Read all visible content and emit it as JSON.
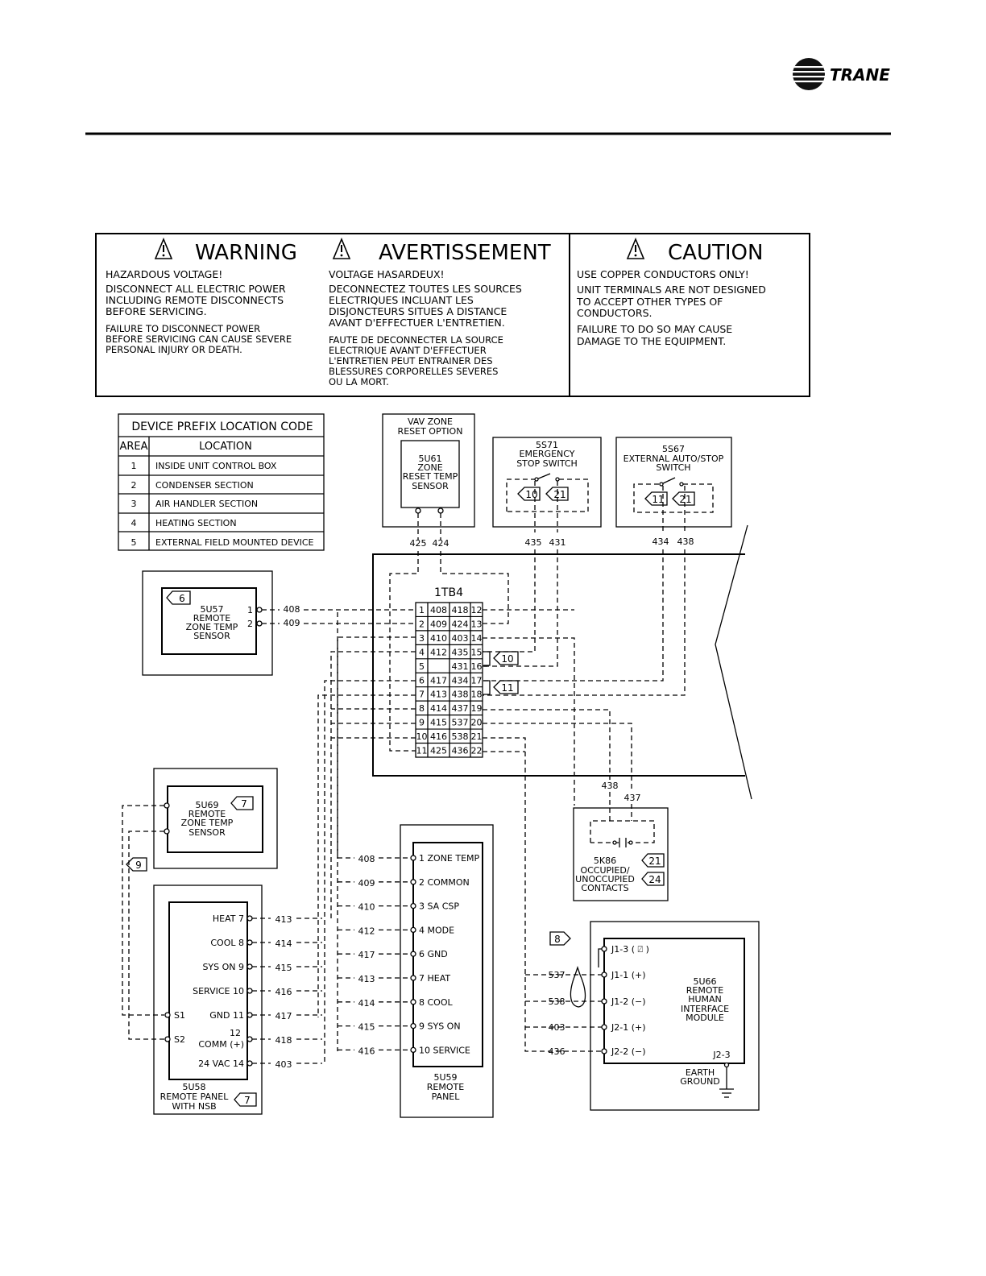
{
  "brand": {
    "name": "TRANE"
  },
  "notice_box": {
    "warning": {
      "title": "WARNING",
      "lines_a": [
        "HAZARDOUS VOLTAGE!"
      ],
      "lines_b": [
        "DISCONNECT ALL ELECTRIC POWER",
        "INCLUDING REMOTE DISCONNECTS",
        "BEFORE SERVICING."
      ],
      "lines_c": [
        "FAILURE TO DISCONNECT POWER",
        "BEFORE SERVICING CAN CAUSE SEVERE",
        "PERSONAL INJURY OR DEATH."
      ]
    },
    "avertissement": {
      "title": "AVERTISSEMENT",
      "lines_a": [
        "VOLTAGE HASARDEUX!"
      ],
      "lines_b": [
        "DECONNECTEZ TOUTES LES SOURCES",
        "ELECTRIQUES INCLUANT LES",
        "DISJONCTEURS SITUES A DISTANCE",
        "AVANT D'EFFECTUER L'ENTRETIEN."
      ],
      "lines_c": [
        "FAUTE DE DECONNECTER LA SOURCE",
        "ELECTRIQUE AVANT D'EFFECTUER",
        "L'ENTRETIEN PEUT ENTRAINER DES",
        "BLESSURES CORPORELLES SEVERES",
        "OU LA MORT."
      ]
    },
    "caution": {
      "title": "CAUTION",
      "lines_a": [
        "USE COPPER CONDUCTORS ONLY!"
      ],
      "lines_b": [
        "UNIT TERMINALS ARE NOT DESIGNED",
        "TO ACCEPT OTHER TYPES OF",
        "CONDUCTORS."
      ],
      "lines_c": [
        "FAILURE TO DO SO MAY CAUSE",
        "DAMAGE TO THE EQUIPMENT."
      ]
    }
  },
  "prefix_table": {
    "title": "DEVICE PREFIX LOCATION CODE",
    "col_area": "AREA",
    "col_location": "LOCATION",
    "rows": [
      {
        "area": "1",
        "location": "INSIDE UNIT CONTROL BOX"
      },
      {
        "area": "2",
        "location": "CONDENSER SECTION"
      },
      {
        "area": "3",
        "location": "AIR HANDLER SECTION"
      },
      {
        "area": "4",
        "location": "HEATING SECTION"
      },
      {
        "area": "5",
        "location": "EXTERNAL FIELD MOUNTED DEVICE"
      }
    ]
  },
  "vav_zone": {
    "option": [
      "VAV ZONE",
      "RESET OPTION"
    ],
    "device": [
      "5U61",
      "ZONE",
      "RESET TEMP",
      "SENSOR"
    ],
    "wires": [
      "425",
      "424"
    ]
  },
  "estop": {
    "label": [
      "5S71",
      "EMERGENCY",
      "STOP SWITCH"
    ],
    "tags": [
      "10",
      "21"
    ],
    "wires": [
      "435",
      "431"
    ]
  },
  "autostop": {
    "label": [
      "5S67",
      "EXTERNAL AUTO/STOP",
      "SWITCH"
    ],
    "tags": [
      "11",
      "21"
    ],
    "wires": [
      "434",
      "438"
    ]
  },
  "sensor_5u57": {
    "tag": "6",
    "label": [
      "5U57",
      "REMOTE",
      "ZONE TEMP",
      "SENSOR"
    ],
    "terminals": [
      "1",
      "2"
    ],
    "wires": [
      "408",
      "409"
    ]
  },
  "terminal_block": {
    "title": "1TB4",
    "rows": [
      {
        "l": "1",
        "a": "408",
        "b": "418",
        "r": "12"
      },
      {
        "l": "2",
        "a": "409",
        "b": "424",
        "r": "13"
      },
      {
        "l": "3",
        "a": "410",
        "b": "403",
        "r": "14"
      },
      {
        "l": "4",
        "a": "412",
        "b": "435",
        "r": "15"
      },
      {
        "l": "5",
        "a": "",
        "b": "431",
        "r": "16"
      },
      {
        "l": "6",
        "a": "417",
        "b": "434",
        "r": "17"
      },
      {
        "l": "7",
        "a": "413",
        "b": "438",
        "r": "18"
      },
      {
        "l": "8",
        "a": "414",
        "b": "437",
        "r": "19"
      },
      {
        "l": "9",
        "a": "415",
        "b": "537",
        "r": "20"
      },
      {
        "l": "10",
        "a": "416",
        "b": "538",
        "r": "21"
      },
      {
        "l": "11",
        "a": "425",
        "b": "436",
        "r": "22"
      }
    ],
    "tags": [
      "10",
      "11"
    ]
  },
  "sensor_5u69": {
    "tag": "7",
    "label": [
      "5U69",
      "REMOTE",
      "ZONE TEMP",
      "SENSOR"
    ],
    "side_tag": "9"
  },
  "panel_5u58": {
    "terminals": [
      {
        "label": "HEAT 7",
        "wire": "413"
      },
      {
        "label": "COOL 8",
        "wire": "414"
      },
      {
        "label": "SYS ON 9",
        "wire": "415"
      },
      {
        "label": "SERVICE 10",
        "wire": "416"
      },
      {
        "label": "GND 11",
        "wire": "417"
      },
      {
        "label": "COMM (+)",
        "wire": "418"
      },
      {
        "label": "24 VAC 14",
        "wire": "403"
      }
    ],
    "comm_number": "12",
    "s_terms": [
      "S1",
      "S2"
    ],
    "label": [
      "5U58",
      "REMOTE PANEL",
      "WITH NSB"
    ],
    "tag": "7"
  },
  "panel_5u59": {
    "terminals": [
      {
        "wire": "408",
        "label": "1 ZONE TEMP"
      },
      {
        "wire": "409",
        "label": "2 COMMON"
      },
      {
        "wire": "410",
        "label": "3 SA CSP"
      },
      {
        "wire": "412",
        "label": "4 MODE"
      },
      {
        "wire": "417",
        "label": "6 GND"
      },
      {
        "wire": "413",
        "label": "7 HEAT"
      },
      {
        "wire": "414",
        "label": "8 COOL"
      },
      {
        "wire": "415",
        "label": "9 SYS ON"
      },
      {
        "wire": "416",
        "label": "10 SERVICE"
      }
    ],
    "label": [
      "5U59",
      "REMOTE",
      "PANEL"
    ]
  },
  "contacts_5k86": {
    "wires": [
      "438",
      "437"
    ],
    "label": [
      "5K86",
      "OCCUPIED/",
      "UNOCCUPIED",
      "CONTACTS"
    ],
    "tags": [
      "21",
      "24"
    ]
  },
  "module_5u66": {
    "tag": "8",
    "terminals": [
      {
        "wire": "",
        "label": "J1-3 ( ⍁ )"
      },
      {
        "wire": "537",
        "label": "J1-1 (+)"
      },
      {
        "wire": "538",
        "label": "J1-2 (−)"
      },
      {
        "wire": "403",
        "label": "J2-1 (+)"
      },
      {
        "wire": "436",
        "label": "J2-2 (−)"
      }
    ],
    "label": [
      "5U66",
      "REMOTE",
      "HUMAN",
      "INTERFACE",
      "MODULE"
    ],
    "j23": "J2-3",
    "ground": [
      "EARTH",
      "GROUND"
    ]
  }
}
